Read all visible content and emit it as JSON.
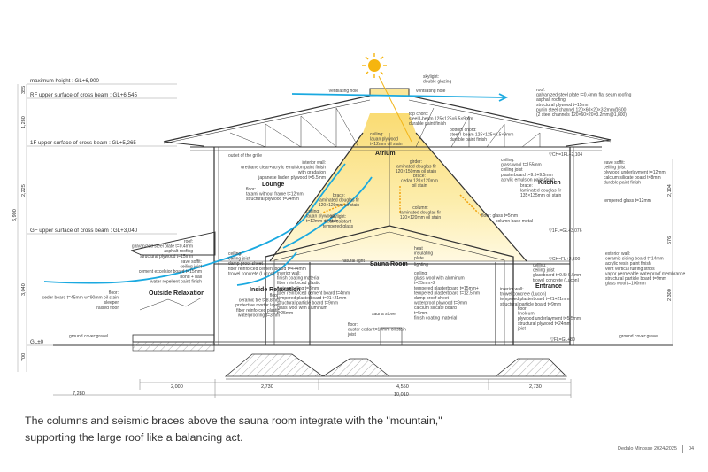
{
  "levels": [
    {
      "id": "max",
      "text": "maximum height : GL+6,900"
    },
    {
      "id": "rf",
      "text": "RF upper surface of cross beam : GL+6,545"
    },
    {
      "id": "1f",
      "text": "1F upper surface of cross beam : GL+5,265"
    },
    {
      "id": "gf",
      "text": "GF upper surface of cross beam : GL+3,040"
    },
    {
      "id": "gl",
      "text": "GL±0"
    }
  ],
  "left_dimensions": [
    "355",
    "1,280",
    "2,225",
    "3,040",
    "700"
  ],
  "left_total": "6,900",
  "right_dimensions": [
    "2,104",
    "676",
    "2,300"
  ],
  "bottom_dimensions": [
    "7,280",
    "2,000",
    "2,730",
    "4,550",
    "2,730"
  ],
  "bottom_total": "10,010",
  "rooms": [
    "Atrium",
    "Lounge",
    "Kitchen",
    "Sauna Room",
    "Outside Relaxation",
    "Inside Relaxation",
    "Entrance"
  ],
  "labels": {
    "skylight": [
      "skylight:",
      "double glazing"
    ],
    "vent_left": [
      "ventilating hole"
    ],
    "vent_right": [
      "ventilating hole"
    ],
    "top_chord": [
      "top chord:",
      "steel I-beam 125×125×6.5×9mm",
      "durable paint finish"
    ],
    "bottom_chord": [
      "bottom chord:",
      "steel I-beam 125×125×6.5×9mm",
      "durable paint finish"
    ],
    "roof_right": [
      "roof:",
      "galvanized steel plate t=0.4mm flat seam roofing",
      "asphalt roofing",
      "structural plywood t=15mm",
      "purlin steel channel 120×60×20×3.2mm@600",
      "(2 steel channels 120×60×20×3.2mm@1,800)"
    ],
    "ceiling_lauan": [
      "ceiling:",
      "lauan plywood",
      "t=12mm oil stain"
    ],
    "outlet": [
      "outlet of the grille"
    ],
    "interior_wall_lounge": [
      "interior wall:",
      "urethane clear+acrylic emulsion paint finish",
      "with gradation",
      "japanese linden plywood t=5.5mm"
    ],
    "lounge_floor": [
      "floor:",
      "tatami without frame t=12mm",
      "structural plywood t=24mm"
    ],
    "girder": [
      "girder:",
      "laminated douglas fir",
      "120×150mm oil stain"
    ],
    "cedar": [
      "brace:",
      "cedar 120×120mm",
      "oil stain"
    ],
    "column": [
      "column:",
      "laminated douglas fir",
      "120×120mm oil stain"
    ],
    "brace_left": [
      "brace:",
      "laminated douglas fir",
      "120×120mm oil stain"
    ],
    "ceiling_lauan2": [
      "ceiling:",
      "lauan plywood",
      "t=12mm oil stain"
    ],
    "skylight2": [
      "skylight:",
      "heat-resistant",
      "tempered glass"
    ],
    "ceiling_kitchen": [
      "ceiling:",
      "glass wool t=155mm",
      "ceiling joist",
      "plasterboard t=9.5+9.5mm",
      "acrylic emulsion paint finish"
    ],
    "brace_kitchen": [
      "brace:",
      "laminated douglas fir",
      "135×135mm oil stain"
    ],
    "floor_glass": [
      "floor: glass t=5mm"
    ],
    "column_base": [
      "column base metal"
    ],
    "eave_right": [
      "eave soffit:",
      "ceiling joist",
      "plywood underlayment t=12mm",
      "calcium silicate board t=8mm",
      "durable paint finish"
    ],
    "tempered_glass": [
      "tempered glass t=12mm"
    ],
    "roof_left": [
      "roof:",
      "galvanized steel plate t=0.4mm",
      "asphalt roofing",
      "structural plywood t=15mm"
    ],
    "eave_left": [
      "eave soffit:",
      "ceiling joist",
      "cement excelsior board t=15mm",
      "bond + nail",
      "water repellent paint finish"
    ],
    "ceiling_inside": [
      "ceiling:",
      "ceiling joist",
      "damp proof sheet",
      "fiber reinforced cement board t=4+4mm",
      "trowel concrete (Lucon)"
    ],
    "floor_outside": [
      "floor:",
      "ceder board t=45mm w=90mm oil stain",
      "sleeper",
      "raised floor"
    ],
    "floor_inside": [
      "floor:",
      "ceramic tile t=8.8mm",
      "protective mortar layer",
      "fiber reinforced plastic",
      "waterproofing t=3mm"
    ],
    "natural_light": [
      "natural light"
    ],
    "heat_plate": [
      "heat",
      "insulating",
      "plate"
    ],
    "lighting": [
      "lighting"
    ],
    "sauna_wall": [
      "interior wall:",
      "finish coating material",
      "fiber reinforced plastic",
      "waterproofing t=3mm",
      "fiber reinforced cement board t=4mm",
      "tempered plasterboard t=21+21mm",
      "structural particle board t=9mm",
      "glass wool with aluminum",
      "t=25mm"
    ],
    "sauna_ceiling": [
      "ceiling:",
      "glass wool with aluminum",
      "t=25mm×2",
      "tempered plasterboard t=15mm+",
      "tempered plasterboard t=12.5mm",
      "damp proof sheet",
      "waterproof plywood t=9mm",
      "calcium silicate board",
      "t=5mm",
      "finish coating material"
    ],
    "sauna_stove": [
      "sauna stove"
    ],
    "sauna_floor": [
      "floor:",
      "auster cedar t=18mm oil stain",
      "joist"
    ],
    "entrance_wall": [
      "interior wall:",
      "trowel concrete (Lucon)",
      "tempered plasterboard t=21+21mm",
      "structural particle board t=9mm"
    ],
    "entrance_ceiling": [
      "ceiling:",
      "ceiling joist",
      "glassboard t=9.5+9.5mm",
      "trowel concrete (Lucon)"
    ],
    "entrance_floor": [
      "floor:",
      "linoleum",
      "plywood underlayment t=5.5mm",
      "structural plywood t=24mm",
      "joist"
    ],
    "exterior_wall": [
      "exterior wall:",
      "ceramic siding board t=14mm",
      "acrylic resin paint finish",
      "vent vertical furring strips",
      "vapor permeable waterproof membrance",
      "structural particle board t=9mm",
      "glass wool t=100mm"
    ],
    "gravel_left": [
      "ground cover:gravel"
    ],
    "gravel_right": [
      "ground cover:gravel"
    ]
  },
  "level_marks": {
    "ch_kitchen": "▽CH=1FL+2,104",
    "fl_kitchen": "▽1FL=GL+3,076",
    "ch_entrance": "▽CH=FL+2,300",
    "fl_entrance": "▽FL=GL+80"
  },
  "caption": "The columns and seismic braces above the sauna room integrate with the \"mountain,\" supporting the large roof like a balancing act.",
  "footer": {
    "publication": "Dedalo Minosse 2024/2025",
    "page": "04"
  },
  "colors": {
    "atrium_fill": "#fbe79a",
    "air_flow": "#1aa9e0",
    "sun": "#f6b50f",
    "sun_ray": "#f2b418",
    "line": "#333333"
  }
}
